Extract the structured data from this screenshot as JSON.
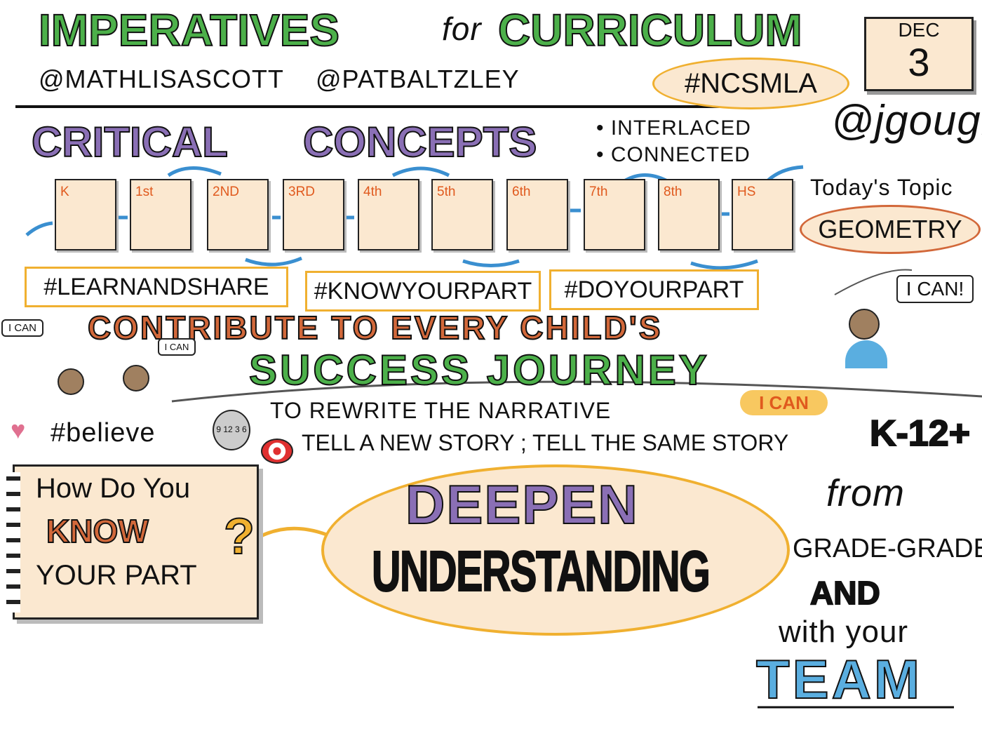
{
  "header": {
    "title_main": "IMPERATIVES",
    "title_for": "for",
    "title_end": "CURRICULUM",
    "handles": [
      "@MATHLISASCOTT",
      "@PATBALTZLEY"
    ],
    "hashtag": "#NCSMLA",
    "calendar": {
      "month": "DEC",
      "day": "3"
    },
    "author": "@jgough"
  },
  "concepts": {
    "title_a": "CRITICAL",
    "title_b": "CONCEPTS",
    "bullets": [
      "INTERLACED",
      "CONNECTED"
    ],
    "grades": [
      "K",
      "1st",
      "2ND",
      "3RD",
      "4th",
      "5th",
      "6th",
      "7th",
      "8th",
      "HS"
    ],
    "topic_label": "Today's Topic",
    "topic": "GEOMETRY"
  },
  "hashtags": [
    "#LEARNANDSHARE",
    "#KNOWYOURPART",
    "#DOYOURPART"
  ],
  "journey": {
    "line1": "CONTRIBUTE TO EVERY CHILD'S",
    "line2": "SUCCESS JOURNEY",
    "bubbles": [
      "I CAN",
      "I CAN",
      "I CAN!"
    ]
  },
  "story": {
    "believe": "#believe",
    "clock": "9 12 3 6",
    "rewrite": "TO REWRITE THE NARRATIVE",
    "tell": "TELL A NEW STORY ; TELL THE SAME STORY",
    "insert": "I CAN",
    "range": "K-12+"
  },
  "notebook": {
    "line1": "How Do You",
    "line2": "KNOW",
    "line3": "YOUR PART",
    "mark": "?"
  },
  "center": {
    "line1": "DEEPEN",
    "line2": "UNDERSTANDING"
  },
  "right": {
    "from": "from",
    "grades": "GRADE-GRADE",
    "and": "AND",
    "with": "with your",
    "team": "TEAM"
  },
  "colors": {
    "green": "#4cb04a",
    "purple": "#8a6fb5",
    "orange": "#d2683a",
    "blue": "#5aaee0",
    "cream": "#fbe8d0",
    "gold": "#f0b030"
  }
}
